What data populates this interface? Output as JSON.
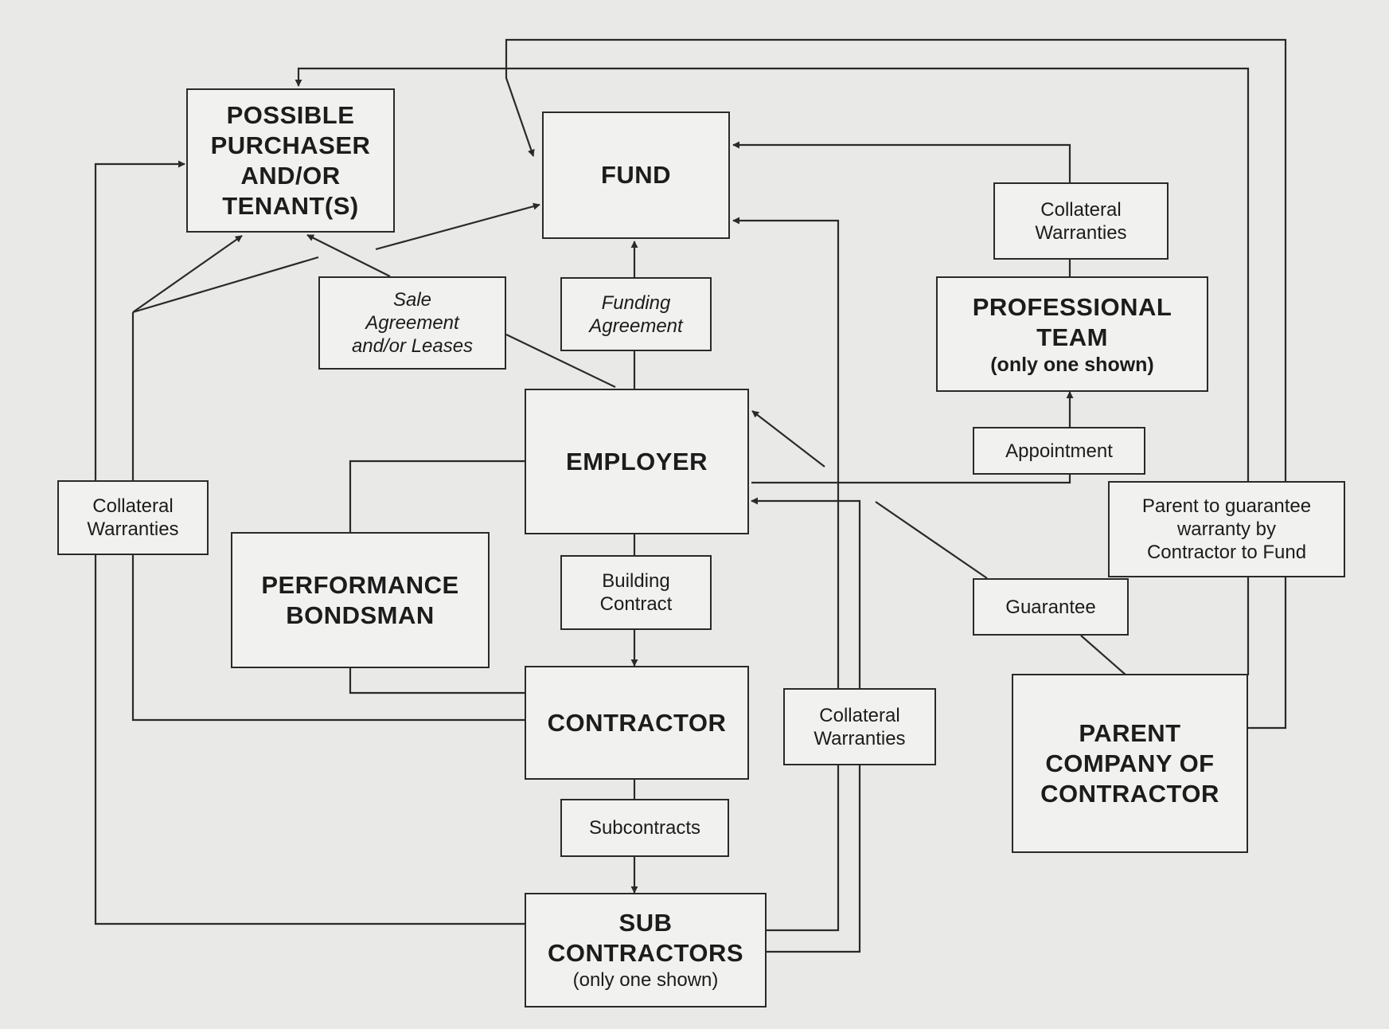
{
  "nodes": {
    "purchaser": {
      "lines": [
        "POSSIBLE",
        "PURCHASER",
        "AND/OR",
        "TENANT(S)"
      ]
    },
    "fund": {
      "lines": [
        "FUND"
      ]
    },
    "employer": {
      "lines": [
        "EMPLOYER"
      ]
    },
    "performance_bondsman": {
      "lines": [
        "PERFORMANCE",
        "BONDSMAN"
      ]
    },
    "contractor": {
      "lines": [
        "CONTRACTOR"
      ]
    },
    "sub_contractors": {
      "lines": [
        "SUB",
        "CONTRACTORS"
      ],
      "note": "(only one shown)"
    },
    "professional_team": {
      "lines": [
        "PROFESSIONAL",
        "TEAM"
      ],
      "note": "(only one shown)"
    },
    "parent_company": {
      "lines": [
        "PARENT",
        "COMPANY OF",
        "CONTRACTOR"
      ]
    }
  },
  "relations": {
    "collateral_warranties_pro": [
      "Collateral",
      "Warranties"
    ],
    "collateral_warranties_left": [
      "Collateral",
      "Warranties"
    ],
    "collateral_warranties_sub": [
      "Collateral",
      "Warranties"
    ],
    "sale_agreement": [
      "Sale",
      "Agreement",
      "and/or Leases"
    ],
    "funding_agreement": [
      "Funding",
      "Agreement"
    ],
    "building_contract": [
      "Building",
      "Contract"
    ],
    "subcontracts": [
      "Subcontracts"
    ],
    "appointment": [
      "Appointment"
    ],
    "parent_guarantee": [
      "Parent to guarantee",
      "warranty by",
      "Contractor to Fund"
    ],
    "guarantee": [
      "Guarantee"
    ]
  },
  "colors": {
    "line": "#2a2a2a",
    "paper": "#e9e9e7",
    "box": "#f1f1ef"
  }
}
